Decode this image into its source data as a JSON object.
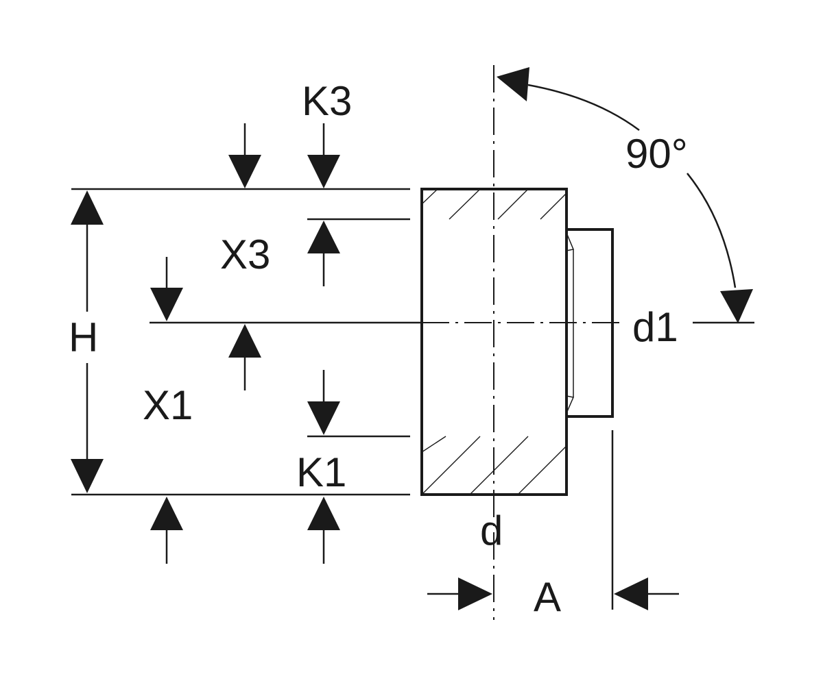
{
  "labels": {
    "K3": "K3",
    "X3": "X3",
    "H": "H",
    "X1": "X1",
    "K1": "K1",
    "d": "d",
    "d1": "d1",
    "A": "A",
    "angle": "90°"
  },
  "colors": {
    "line": "#1a1a1a",
    "background": "#ffffff"
  }
}
